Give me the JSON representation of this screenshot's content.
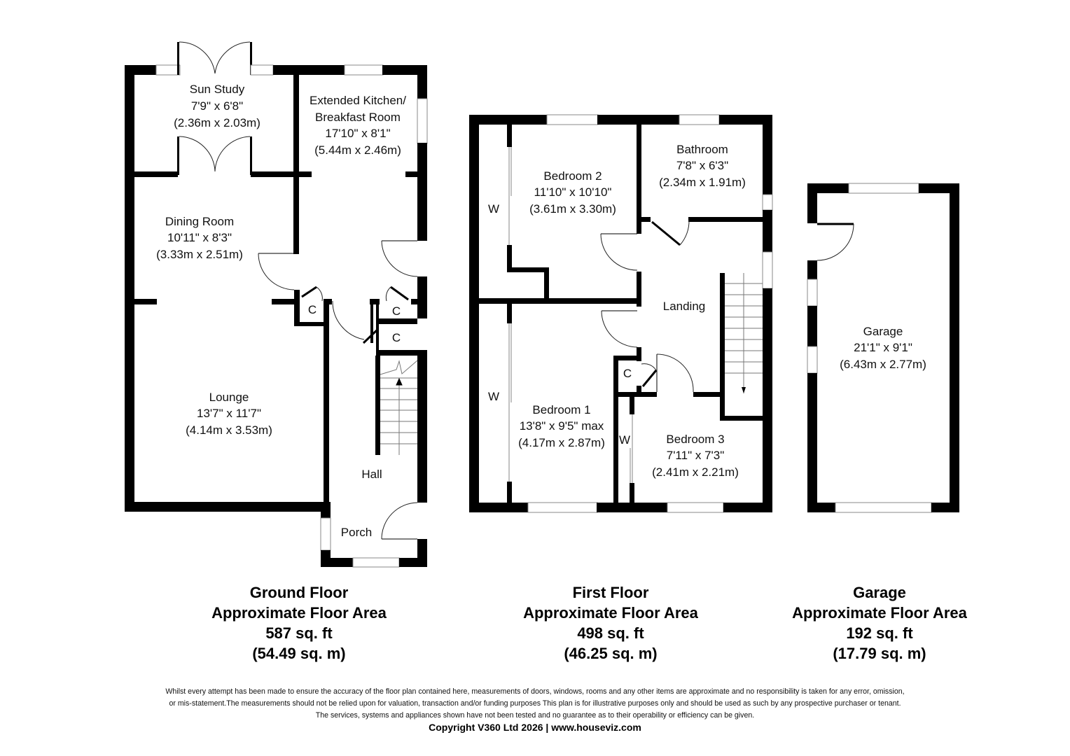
{
  "ground_floor": {
    "rooms": [
      {
        "name": "Sun Study",
        "imperial": "7'9\" x 6'8\"",
        "metric": "(2.36m x 2.03m)"
      },
      {
        "name": "Extended Kitchen/",
        "name2": "Breakfast Room",
        "imperial": "17'10\" x 8'1\"",
        "metric": "(5.44m x 2.46m)"
      },
      {
        "name": "Dining Room",
        "imperial": "10'11\" x 8'3\"",
        "metric": "(3.33m x 2.51m)"
      },
      {
        "name": "Lounge",
        "imperial": "13'7\" x 11'7\"",
        "metric": "(4.14m x 3.53m)"
      },
      {
        "name": "Hall"
      },
      {
        "name": "Porch"
      }
    ],
    "cupboards": [
      "C",
      "C",
      "C"
    ],
    "summary": {
      "title": "Ground Floor",
      "subtitle": "Approximate Floor Area",
      "sqft": "587 sq. ft",
      "sqm": "(54.49 sq. m)"
    }
  },
  "first_floor": {
    "rooms": [
      {
        "name": "Bedroom 2",
        "imperial": "11'10\" x 10'10\"",
        "metric": "(3.61m x 3.30m)"
      },
      {
        "name": "Bathroom",
        "imperial": "7'8\" x 6'3\"",
        "metric": "(2.34m x 1.91m)"
      },
      {
        "name": "Landing"
      },
      {
        "name": "Bedroom 1",
        "imperial": "13'8\" x 9'5\" max",
        "metric": "(4.17m x 2.87m)"
      },
      {
        "name": "Bedroom 3",
        "imperial": "7'11\" x 7'3\"",
        "metric": "(2.41m x 2.21m)"
      }
    ],
    "wardrobes": [
      "W",
      "W",
      "W"
    ],
    "cupboards": [
      "C"
    ],
    "summary": {
      "title": "First Floor",
      "subtitle": "Approximate Floor Area",
      "sqft": "498 sq. ft",
      "sqm": "(46.25 sq. m)"
    }
  },
  "garage": {
    "rooms": [
      {
        "name": "Garage",
        "imperial": "21'1\" x 9'1\"",
        "metric": "(6.43m x 2.77m)"
      }
    ],
    "summary": {
      "title": "Garage",
      "subtitle": "Approximate Floor Area",
      "sqft": "192 sq. ft",
      "sqm": "(17.79 sq. m)"
    }
  },
  "footer": {
    "disclaimer_line1": "Whilst every attempt has been made to ensure the accuracy of the floor plan contained here, measurements of doors, windows, rooms and any other items are approximate and no responsibility is taken for any error, omission,",
    "disclaimer_line2": "or mis-statement.The measurements should not be relied upon for valuation, transaction and/or funding purposes This plan is for illustrative purposes only and should be used as such by any prospective purchaser or tenant.",
    "disclaimer_line3": "The services, systems and appliances shown have not been tested and no guarantee as to their operability or efficiency can be given.",
    "copyright": "Copyright V360 Ltd 2026 | www.houseviz.com"
  }
}
